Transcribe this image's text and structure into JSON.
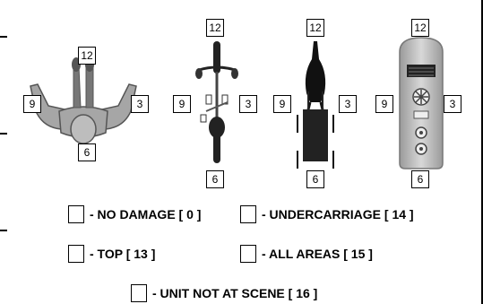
{
  "clock_labels": {
    "twelve": "12",
    "three": "3",
    "six": "6",
    "nine": "9"
  },
  "diagrams": {
    "pedestrian": {
      "icon": "pedestrian-top-view-icon"
    },
    "bicycle": {
      "icon": "bicycle-top-view-icon"
    },
    "horse_cart": {
      "icon": "horse-drawn-cart-top-view-icon"
    },
    "train": {
      "icon": "train-unit-top-view-icon"
    }
  },
  "checkboxes": {
    "no_damage": "- NO DAMAGE [ 0 ]",
    "undercarriage": "- UNDERCARRIAGE [ 14 ]",
    "top": "- TOP [ 13 ]",
    "all_areas": "- ALL AREAS [ 15 ]",
    "unit_not_at_scene": "- UNIT NOT AT SCENE [ 16 ]"
  },
  "colors": {
    "figure_gray": "#a6a6a6",
    "figure_dark": "#222222",
    "figure_outline": "#555555"
  }
}
